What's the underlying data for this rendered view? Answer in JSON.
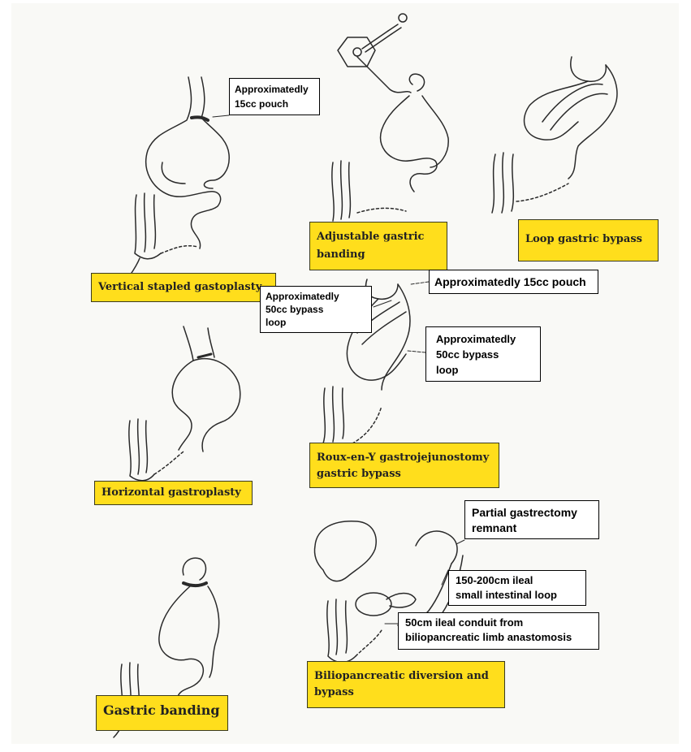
{
  "procedures": {
    "vsg": "Vertical stapled gastoplasty",
    "agb": [
      "Adjustable gastric",
      "banding"
    ],
    "lgb": "Loop gastric bypass",
    "rygb": [
      "Roux-en-Y gastrojejunostomy",
      "gastric bypass"
    ],
    "hg": "Horizontal gastroplasty",
    "gb": "Gastric banding",
    "bpd": [
      "Biliopancreatic diversion and",
      "bypass"
    ]
  },
  "annotations": {
    "pouch_vsg": [
      "Approximatedly",
      "15cc pouch"
    ],
    "pouch_rygb": "Approximatedly 15cc pouch",
    "loop_left": [
      "Approximatedly",
      "50cc bypass",
      "loop"
    ],
    "loop_right": [
      "Approximatedly",
      "50cc bypass",
      "loop"
    ],
    "remnant": [
      "Partial gastrectomy",
      "remnant"
    ],
    "ileal_loop": [
      "150-200cm ileal",
      "small intestinal loop"
    ],
    "conduit": [
      "50cm ileal conduit from",
      "biliopancreatic limb anastomosis"
    ]
  },
  "colors": {
    "label_fill": "#ffde1c",
    "ink": "#2a2a2a",
    "paper": "#f9f9f6"
  }
}
